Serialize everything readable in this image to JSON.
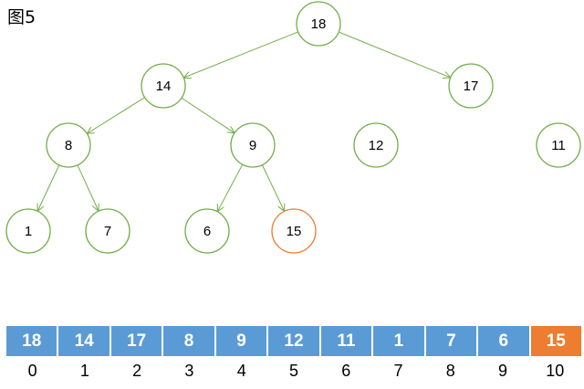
{
  "figure_label": "图5",
  "colors": {
    "node_stroke": "#70ad47",
    "edge_stroke": "#70ad47",
    "highlight_node_stroke": "#ed7d31",
    "array_cell": "#5b9bd5",
    "array_cell_highlight": "#ed7d31"
  },
  "tree": {
    "nodes": [
      {
        "value": "18",
        "highlight": false
      },
      {
        "value": "14",
        "highlight": false
      },
      {
        "value": "17",
        "highlight": false
      },
      {
        "value": "8",
        "highlight": false
      },
      {
        "value": "9",
        "highlight": false
      },
      {
        "value": "12",
        "highlight": false
      },
      {
        "value": "11",
        "highlight": false
      },
      {
        "value": "1",
        "highlight": false
      },
      {
        "value": "7",
        "highlight": false
      },
      {
        "value": "6",
        "highlight": false
      },
      {
        "value": "15",
        "highlight": true
      }
    ],
    "edges": [
      [
        0,
        1
      ],
      [
        0,
        2
      ],
      [
        1,
        3
      ],
      [
        1,
        4
      ],
      [
        3,
        7
      ],
      [
        3,
        8
      ],
      [
        4,
        9
      ],
      [
        4,
        10
      ]
    ]
  },
  "array": {
    "cells": [
      {
        "value": "18",
        "highlight": false
      },
      {
        "value": "14",
        "highlight": false
      },
      {
        "value": "17",
        "highlight": false
      },
      {
        "value": "8",
        "highlight": false
      },
      {
        "value": "9",
        "highlight": false
      },
      {
        "value": "12",
        "highlight": false
      },
      {
        "value": "11",
        "highlight": false
      },
      {
        "value": "1",
        "highlight": false
      },
      {
        "value": "7",
        "highlight": false
      },
      {
        "value": "6",
        "highlight": false
      },
      {
        "value": "15",
        "highlight": true
      }
    ],
    "indices": [
      "0",
      "1",
      "2",
      "3",
      "4",
      "5",
      "6",
      "7",
      "8",
      "9",
      "10"
    ]
  }
}
